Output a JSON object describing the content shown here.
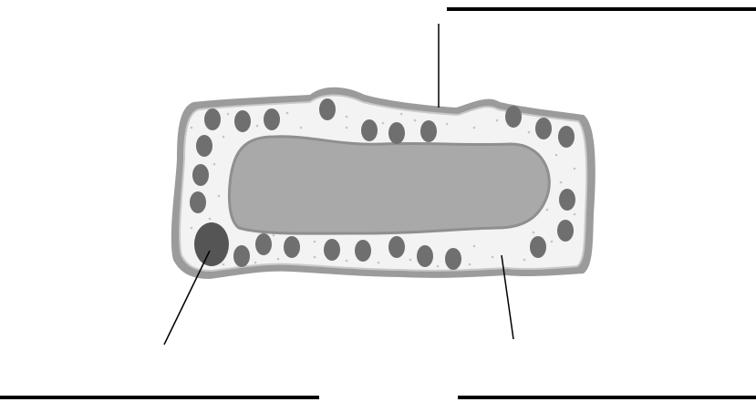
{
  "diagram": {
    "subject": "plant cell",
    "colors": {
      "background": "#ffffff",
      "cell_wall": "#9b9b9b",
      "cell_wall_inner": "#c9c9c9",
      "cytoplasm": "#f3f3f3",
      "vacuole": "#a9a9a9",
      "vacuole_edge": "#8f8f8f",
      "chloroplast": "#6f6f6f",
      "nucleus": "#555555",
      "speckle": "#c4c4c4",
      "line": "#000000"
    },
    "labels": [
      {
        "id": "label-top-right",
        "text": "",
        "points_to": "cell-wall"
      },
      {
        "id": "label-bottom-left",
        "text": "",
        "points_to": "nucleus"
      },
      {
        "id": "label-bottom-right",
        "text": "",
        "points_to": "cytoplasm"
      }
    ]
  }
}
